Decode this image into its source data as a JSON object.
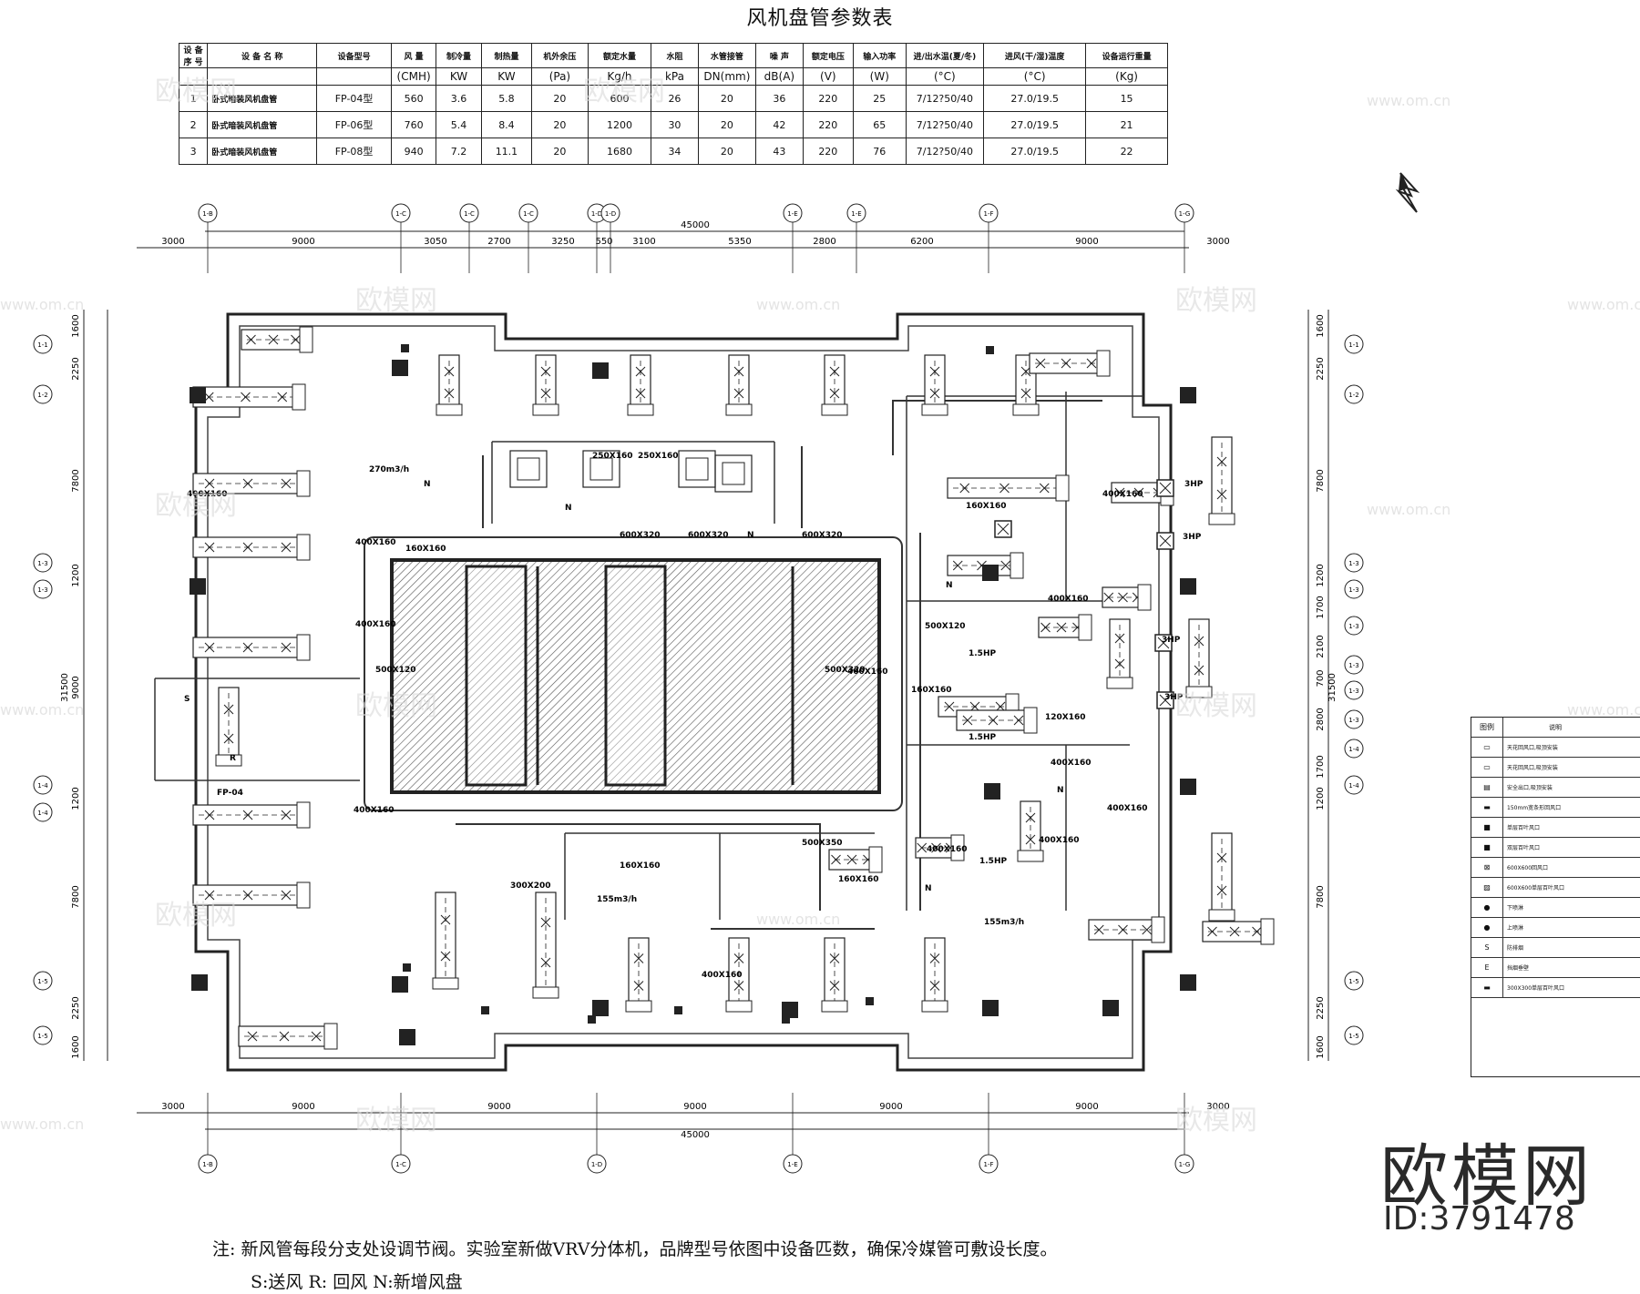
{
  "title": "风机盘管参数表",
  "table": {
    "headers": [
      "设 备 序 号",
      "设 备 名 称",
      "设备型号",
      "风 量",
      "制冷量",
      "制热量",
      "机外余压",
      "额定水量",
      "水阻",
      "水管接管",
      "噪 声",
      "额定电压",
      "输入功率",
      "进/出水温(夏/冬)",
      "进风(干/湿)温度",
      "设备运行重量"
    ],
    "units": [
      "",
      "",
      "",
      "(CMH)",
      "KW",
      "KW",
      "(Pa)",
      "Kg/h",
      "kPa",
      "DN(mm)",
      "dB(A)",
      "(V)",
      "(W)",
      "(°C)",
      "(°C)",
      "(Kg)"
    ],
    "rows": [
      [
        "1",
        "卧式暗装风机盘管",
        "FP-04型",
        "560",
        "3.6",
        "5.8",
        "20",
        "600",
        "26",
        "20",
        "36",
        "220",
        "25",
        "7/12?50/40",
        "27.0/19.5",
        "15"
      ],
      [
        "2",
        "卧式暗装风机盘管",
        "FP-06型",
        "760",
        "5.4",
        "8.4",
        "20",
        "1200",
        "30",
        "20",
        "42",
        "220",
        "65",
        "7/12?50/40",
        "27.0/19.5",
        "21"
      ],
      [
        "3",
        "卧式暗装风机盘管",
        "FP-08型",
        "940",
        "7.2",
        "11.1",
        "20",
        "1680",
        "34",
        "20",
        "43",
        "220",
        "76",
        "7/12?50/40",
        "27.0/19.5",
        "22"
      ]
    ]
  },
  "axes_top": [
    "1-B",
    "1-C",
    "1-C",
    "1-C",
    "1-D",
    "1-D",
    "1-E",
    "1-E",
    "1-F",
    "1-G"
  ],
  "axes_bottom": [
    "1-B",
    "1-C",
    "1-D",
    "1-E",
    "1-F",
    "1-G"
  ],
  "axes_left": [
    "1-1",
    "1-2",
    "1-3",
    "1-3",
    "1-4",
    "1-4",
    "1-5",
    "1-5"
  ],
  "axes_right": [
    "1-1",
    "1-2",
    "1-3",
    "1-3",
    "1-3",
    "1-3",
    "1-3",
    "1-3",
    "1-4",
    "1-4",
    "1-5",
    "1-5"
  ],
  "dims_top": [
    "3000",
    "9000",
    "3050",
    "2700",
    "3250",
    "550",
    "3100",
    "5350",
    "2800",
    "6200",
    "9000",
    "3000"
  ],
  "dims_top_total": "45000",
  "dims_bottom": [
    "3000",
    "9000",
    "9000",
    "9000",
    "9000",
    "9000",
    "3000"
  ],
  "dims_bottom_total": "45000",
  "dims_left": [
    "1600",
    "2250",
    "7800",
    "1200",
    "9000",
    "1200",
    "7800",
    "2250",
    "1600"
  ],
  "dims_left_total": "31500",
  "dims_right": [
    "1600",
    "2250",
    "7800",
    "1200",
    "1700",
    "2100",
    "700",
    "2800",
    "1700",
    "1200",
    "7800",
    "2250",
    "1600"
  ],
  "dims_right_total": "31500",
  "duct_labels": [
    "400X160",
    "270m3/h",
    "250X160",
    "250X160",
    "600X320",
    "600X320",
    "600X320",
    "400X160",
    "400X160",
    "500X120",
    "160X160",
    "500X320",
    "400X160",
    "500X120",
    "400X160",
    "160X160",
    "500X350",
    "160X160",
    "300X200",
    "155m3/h",
    "400X160",
    "160X160",
    "400X160",
    "155m3/h",
    "400X160",
    "400X160",
    "120X160",
    "160X160",
    "400X160",
    "400X160",
    "400X160",
    "1.5HP",
    "1.5HP",
    "1.5HP",
    "3HP",
    "3HP",
    "3HP",
    "3HP",
    "N",
    "N",
    "N",
    "N",
    "N",
    "N",
    "S",
    "R",
    "FP-04"
  ],
  "legend": {
    "headers": [
      "图例",
      "说明"
    ],
    "items": [
      "天花回风口,吸顶安装",
      "天花回风口,吸顶安装",
      "安全出口,吸顶安装",
      "150mm宽条形回风口",
      "单层百叶风口",
      "双层百叶风口",
      "600X600回风口",
      "600X600单层百叶风口",
      "下喷淋",
      "上喷淋",
      "防排烟",
      "挡烟垂壁",
      "300X300单层百叶风口"
    ],
    "symbols": [
      "▭",
      "▭",
      "▤",
      "▬",
      "■",
      "■",
      "⊠",
      "▨",
      "●",
      "●",
      "S",
      "E",
      "▬"
    ]
  },
  "notes": {
    "line1": "注: 新风管每段分支处设调节阀。实验室新做VRV分体机，品牌型号依图中设备匹数，确保冷媒管可敷设长度。",
    "line2": "S:送风      R: 回风     N:新增风盘"
  },
  "watermark": "欧模网",
  "watermark_url": "www.om.cn",
  "id_text": "ID:3791478",
  "north_arrow": "north-arrow"
}
